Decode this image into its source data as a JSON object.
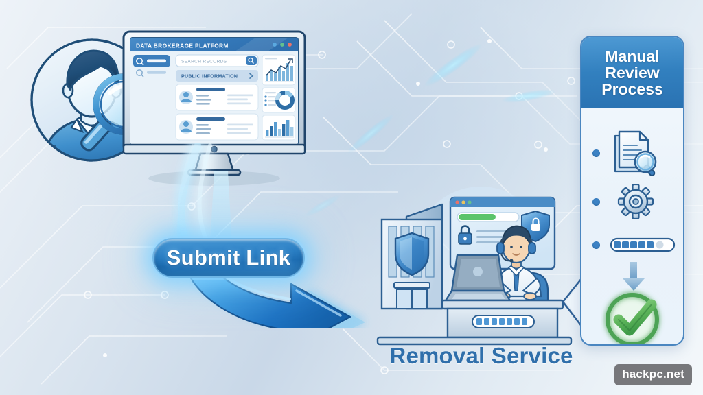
{
  "scene": {
    "title": "Data broker removal service flow infographic",
    "background_gradient_from": "#eef3f8",
    "background_gradient_to": "#c9d8e8",
    "accent_blue": "#2b7fc4",
    "glow_cyan": "#8cd7ff",
    "label_blue": "#2f6fab",
    "success_green": "#55a851"
  },
  "avatar_badge": {
    "name": "person-profile-badge",
    "icon": "user-avatar-icon",
    "magnifier_icon": "magnifying-glass-icon",
    "circle_fill": "#dbe8f4",
    "outline": "#1f4e78",
    "shirt_color": "#3f8fcc",
    "hair_color": "#1f4e78"
  },
  "monitor": {
    "name": "data-brokerage-monitor",
    "app_title": "DATA BROKERAGE PLATFORM",
    "titlebar_color": "#3c7fbe",
    "window_dots": [
      {
        "name": "dot-blue",
        "color": "#5aa9e0"
      },
      {
        "name": "dot-green",
        "color": "#63c08f"
      },
      {
        "name": "dot-red",
        "color": "#e8736a"
      }
    ],
    "search": {
      "placeholder": "SEARCH RECORDS",
      "button_icon": "search-icon"
    },
    "sidebar": {
      "items": [
        {
          "label": "",
          "icon": "search-icon",
          "active": true
        },
        {
          "label": "",
          "icon": "search-icon",
          "active": false
        }
      ]
    },
    "section": {
      "header": "PUBLIC INFORMATION",
      "chevron_icon": "chevron-right-icon"
    },
    "records": [
      {
        "name": "record-card",
        "avatar_icon": "user-avatar-icon",
        "fields": 3
      },
      {
        "name": "record-card",
        "avatar_icon": "user-avatar-icon",
        "fields": 3
      }
    ],
    "charts": [
      {
        "name": "line-bar-chart-card",
        "type": "line-bar"
      },
      {
        "name": "donut-chart-card",
        "type": "donut"
      },
      {
        "name": "bar-chart-card",
        "type": "bar"
      }
    ],
    "stand_icon": "monitor-stand",
    "camera_dot": true
  },
  "submit": {
    "label": "Submit Link",
    "name": "submit-link-button",
    "fill_top": "#4a9ad6",
    "fill_bottom": "#1f6fb4",
    "glow": "#8cd7ff"
  },
  "flow": {
    "arrow_name": "flow-arrow",
    "arrow_color": "#1f78c8",
    "arrow_glow": "#9fe0ff",
    "direction": "monitor-to-removal-service"
  },
  "service": {
    "label": "Removal Service",
    "building_icon": "office-building-icon",
    "shield_icon": "shield-icon",
    "agent_icon": "support-agent-with-headset-icon",
    "desk_icon": "reception-desk-icon",
    "browser_window": {
      "name": "agent-browser-window",
      "dots": [
        {
          "name": "dot-red",
          "color": "#e8736a"
        },
        {
          "name": "dot-yellow",
          "color": "#e8c45f"
        },
        {
          "name": "dot-green",
          "color": "#63c08f"
        }
      ],
      "progress_color": "#5cc46a",
      "progress_percent": 62,
      "lock_icon": "padlock-icon",
      "shield_lock_icon": "shield-padlock-icon"
    },
    "desk_progress": {
      "name": "desk-progress-bar",
      "segments": 7,
      "filled": 7
    }
  },
  "review_panel": {
    "name": "manual-review-panel",
    "header_lines": [
      "Manual",
      "Review",
      "Process"
    ],
    "header_color": "#3280bf",
    "border_color": "#4a86c0",
    "steps": [
      {
        "name": "step-document-review",
        "icon": "document-magnifier-icon",
        "bullet": true
      },
      {
        "name": "step-processing",
        "icon": "gear-icon",
        "bullet": true
      },
      {
        "name": "step-progress",
        "icon": "progress-bar-icon",
        "bullet": true,
        "segments": 6,
        "filled": 5
      }
    ],
    "arrow_icon": "arrow-down-icon",
    "result": {
      "name": "approved-result",
      "icon": "green-check-circle-icon",
      "color": "#55a851"
    }
  },
  "watermark": {
    "text": "hackpc.net",
    "name": "site-watermark"
  }
}
